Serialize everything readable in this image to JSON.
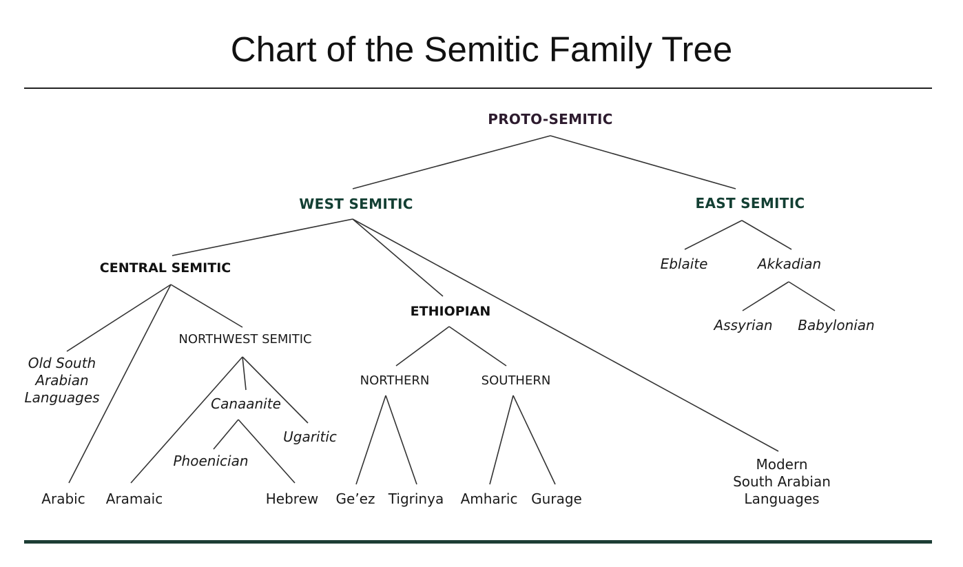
{
  "title": "Chart of the Semitic Family Tree",
  "colors": {
    "root_label": "#2d1b2e",
    "branch_label": "#133f33",
    "lines": "#333333",
    "bottom_rule": "#1d3d35"
  },
  "tree": [
    {
      "id": "proto",
      "label": "PROTO-SEMITIC",
      "style": "b1",
      "parent": null
    },
    {
      "id": "west",
      "label": "WEST SEMITIC",
      "style": "b2",
      "parent": "proto"
    },
    {
      "id": "east",
      "label": "EAST SEMITIC",
      "style": "b2",
      "parent": "proto"
    },
    {
      "id": "central",
      "label": "CENTRAL SEMITIC",
      "style": "b3",
      "parent": "west"
    },
    {
      "id": "ethiopian",
      "label": "ETHIOPIAN",
      "style": "b3",
      "parent": "west"
    },
    {
      "id": "msa",
      "label": "Modern\nSouth Arabian\nLanguages",
      "style": "leaf",
      "parent": "west"
    },
    {
      "id": "eblaite",
      "label": "Eblaite",
      "style": "it",
      "parent": "east"
    },
    {
      "id": "akkadian",
      "label": "Akkadian",
      "style": "it",
      "parent": "east"
    },
    {
      "id": "assyrian",
      "label": "Assyrian",
      "style": "it",
      "parent": "akkadian"
    },
    {
      "id": "babylonian",
      "label": "Babylonian",
      "style": "it",
      "parent": "akkadian"
    },
    {
      "id": "osa",
      "label": "Old South\nArabian\nLanguages",
      "style": "it",
      "parent": "central"
    },
    {
      "id": "arabic",
      "label": "Arabic",
      "style": "leaf",
      "parent": "central"
    },
    {
      "id": "nw",
      "label": "NORTHWEST SEMITIC",
      "style": "caps",
      "parent": "central"
    },
    {
      "id": "aramaic",
      "label": "Aramaic",
      "style": "leaf",
      "parent": "nw"
    },
    {
      "id": "canaanite",
      "label": "Canaanite",
      "style": "it",
      "parent": "nw"
    },
    {
      "id": "ugaritic",
      "label": "Ugaritic",
      "style": "it",
      "parent": "nw"
    },
    {
      "id": "phoenician",
      "label": "Phoenician",
      "style": "it",
      "parent": "canaanite"
    },
    {
      "id": "hebrew",
      "label": "Hebrew",
      "style": "leaf",
      "parent": "canaanite"
    },
    {
      "id": "northern",
      "label": "NORTHERN",
      "style": "caps",
      "parent": "ethiopian"
    },
    {
      "id": "southern",
      "label": "SOUTHERN",
      "style": "caps",
      "parent": "ethiopian"
    },
    {
      "id": "geez",
      "label": "Ge’ez",
      "style": "leaf",
      "parent": "northern"
    },
    {
      "id": "tigrinya",
      "label": "Tigrinya",
      "style": "leaf",
      "parent": "northern"
    },
    {
      "id": "amharic",
      "label": "Amharic",
      "style": "leaf",
      "parent": "southern"
    },
    {
      "id": "gurage",
      "label": "Gurage",
      "style": "leaf",
      "parent": "southern"
    }
  ]
}
